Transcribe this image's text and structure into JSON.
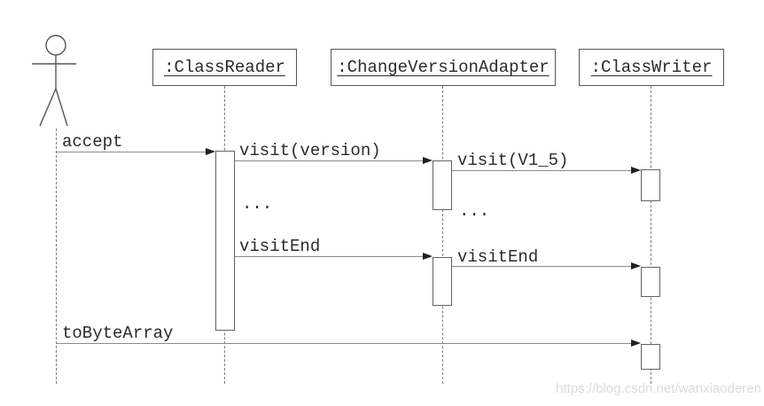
{
  "diagram": {
    "type": "uml-sequence-diagram",
    "actor_icon": "stick-figure-actor",
    "participants": [
      {
        "label": ":ClassReader"
      },
      {
        "label": ":ChangeVersionAdapter"
      },
      {
        "label": ":ClassWriter"
      }
    ],
    "messages": [
      {
        "label": "accept",
        "from": "actor",
        "to": ":ClassReader"
      },
      {
        "label": "visit(version)",
        "from": ":ClassReader",
        "to": ":ChangeVersionAdapter"
      },
      {
        "label": "visit(V1_5)",
        "from": ":ChangeVersionAdapter",
        "to": ":ClassWriter"
      },
      {
        "label": "visitEnd",
        "from": ":ClassReader",
        "to": ":ChangeVersionAdapter"
      },
      {
        "label": "visitEnd",
        "from": ":ChangeVersionAdapter",
        "to": ":ClassWriter"
      },
      {
        "label": "toByteArray",
        "from": "actor",
        "to": ":ClassWriter"
      }
    ],
    "ellipsis": [
      {
        "label": "..."
      },
      {
        "label": "..."
      }
    ],
    "watermark": "https://blog.csdn.net/wanxiaoderen",
    "colors": {
      "line": "#8c8c8c",
      "box_border": "#565656",
      "text": "#2b2b2b",
      "arrowhead": "#1f1f1f",
      "lifeline": "#7d7d7d",
      "activation_border": "#636363",
      "watermark": "#dbdbdb",
      "background": "#ffffff"
    }
  }
}
